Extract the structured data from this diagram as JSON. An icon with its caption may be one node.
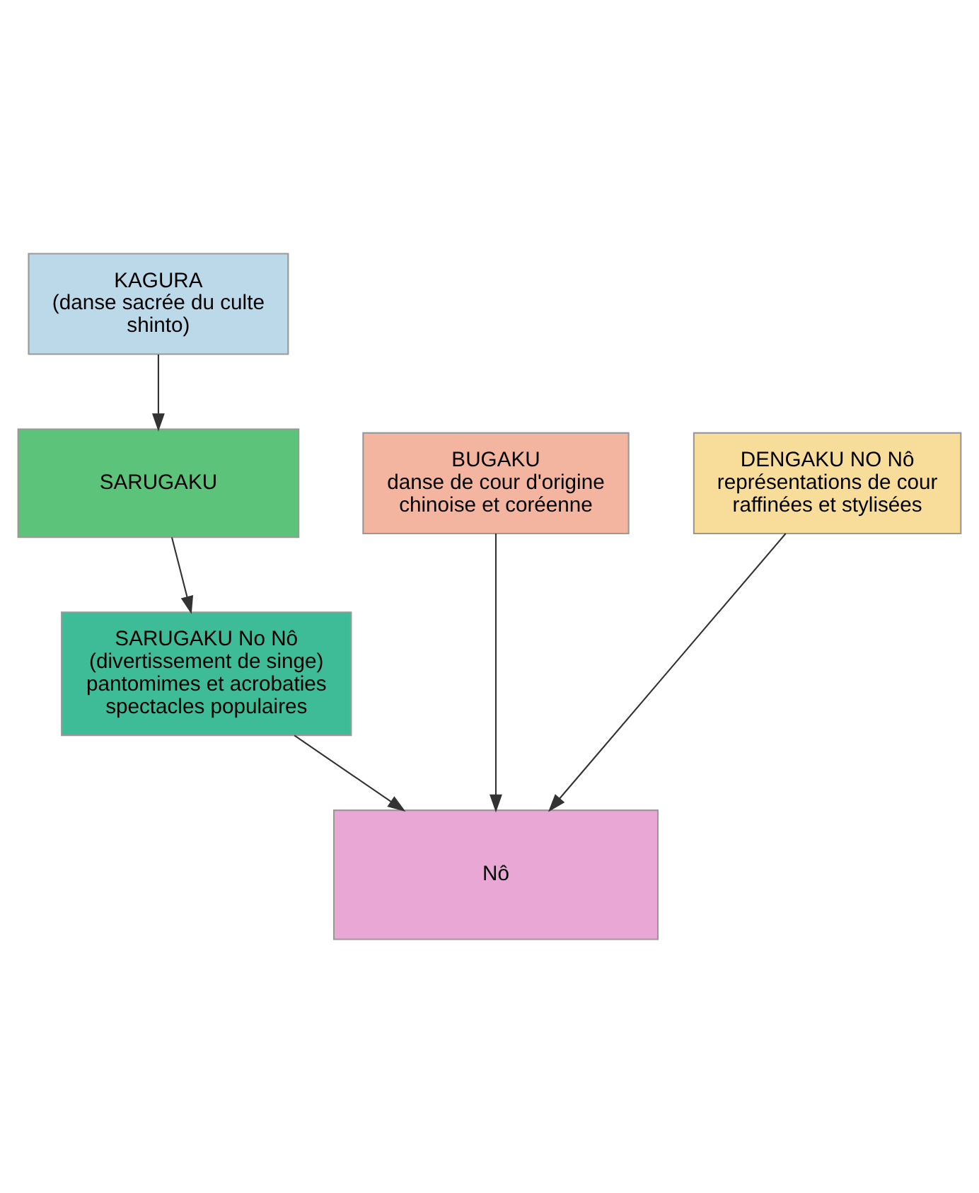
{
  "diagram": {
    "nodes": [
      {
        "text": [
          "KAGURA",
          "(danse sacrée du culte shinto)"
        ]
      },
      {
        "text": [
          "SARUGAKU"
        ]
      },
      {
        "text": [
          "BUGAKU",
          "danse de cour d'origine chinoise et coréenne"
        ]
      },
      {
        "text": [
          "DENGAKU NO Nô",
          "représentations de cour raffinées et stylisées"
        ]
      },
      {
        "text": [
          "SARUGAKU No Nô",
          "(divertissement de singe) pantomimes et acrobaties spectacles populaires"
        ]
      },
      {
        "text": [
          "Nô"
        ]
      }
    ],
    "edges": [
      {
        "from": 0,
        "to": 1,
        "arrow": "to"
      },
      {
        "from": 1,
        "to": 4,
        "arrow": "to"
      },
      {
        "from": 2,
        "to": 5,
        "arrow": "to"
      },
      {
        "from": 4,
        "to": 5,
        "arrow": "to"
      },
      {
        "from": 3,
        "to": 5,
        "arrow": "to"
      }
    ]
  }
}
